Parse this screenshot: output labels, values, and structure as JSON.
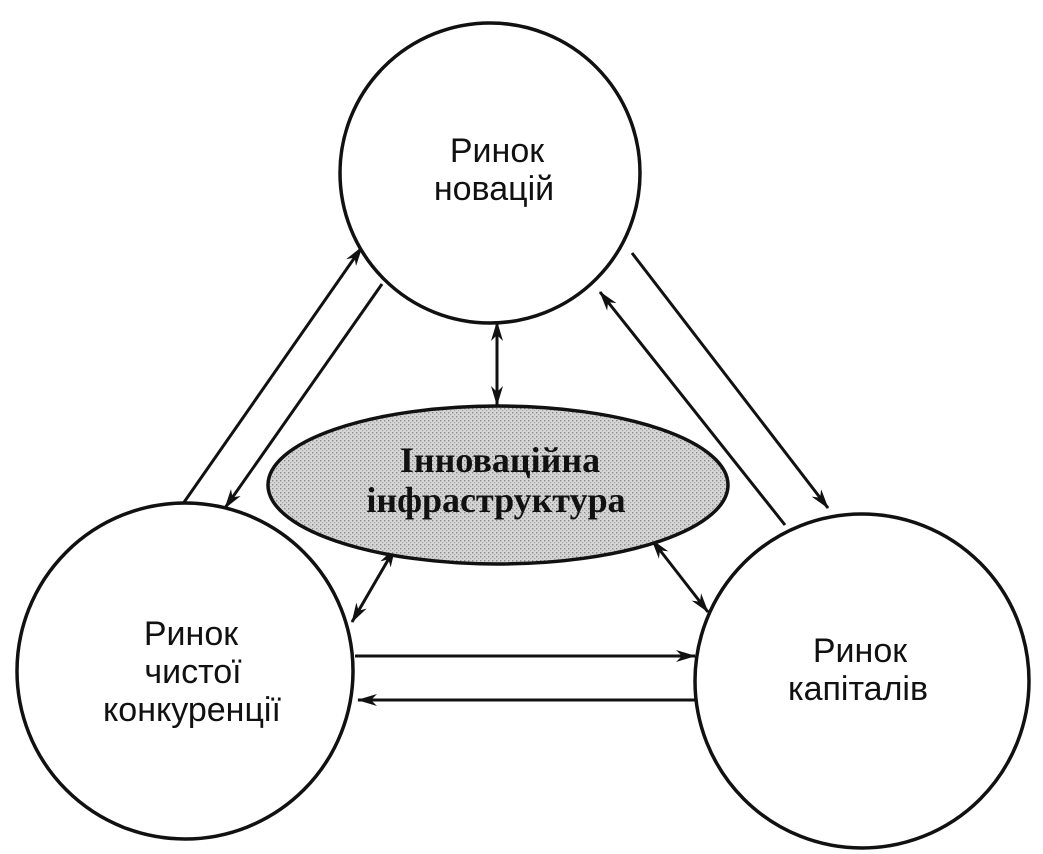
{
  "nodes": {
    "innovations": {
      "lines": [
        "Ринок",
        "новацій"
      ]
    },
    "competition": {
      "lines": [
        "Ринок",
        "чистої",
        "конкуренції"
      ]
    },
    "capital": {
      "lines": [
        "Ринок",
        "капіталів"
      ]
    }
  },
  "center": {
    "lines": [
      "Інноваційна",
      "інфраструктура"
    ],
    "fill_color": "#cfcfcf"
  },
  "colors": {
    "stroke": "#111111",
    "background": "#ffffff"
  },
  "connections": [
    {
      "from": "competition",
      "to": "innovations",
      "direction": "one-way"
    },
    {
      "from": "innovations",
      "to": "competition",
      "direction": "one-way"
    },
    {
      "from": "innovations",
      "to": "capital",
      "direction": "one-way"
    },
    {
      "from": "capital",
      "to": "innovations",
      "direction": "one-way"
    },
    {
      "from": "competition",
      "to": "capital",
      "direction": "one-way"
    },
    {
      "from": "capital",
      "to": "competition",
      "direction": "one-way"
    },
    {
      "from": "center",
      "to": "innovations",
      "direction": "two-way"
    },
    {
      "from": "center",
      "to": "competition",
      "direction": "two-way"
    },
    {
      "from": "center",
      "to": "capital",
      "direction": "two-way"
    }
  ]
}
